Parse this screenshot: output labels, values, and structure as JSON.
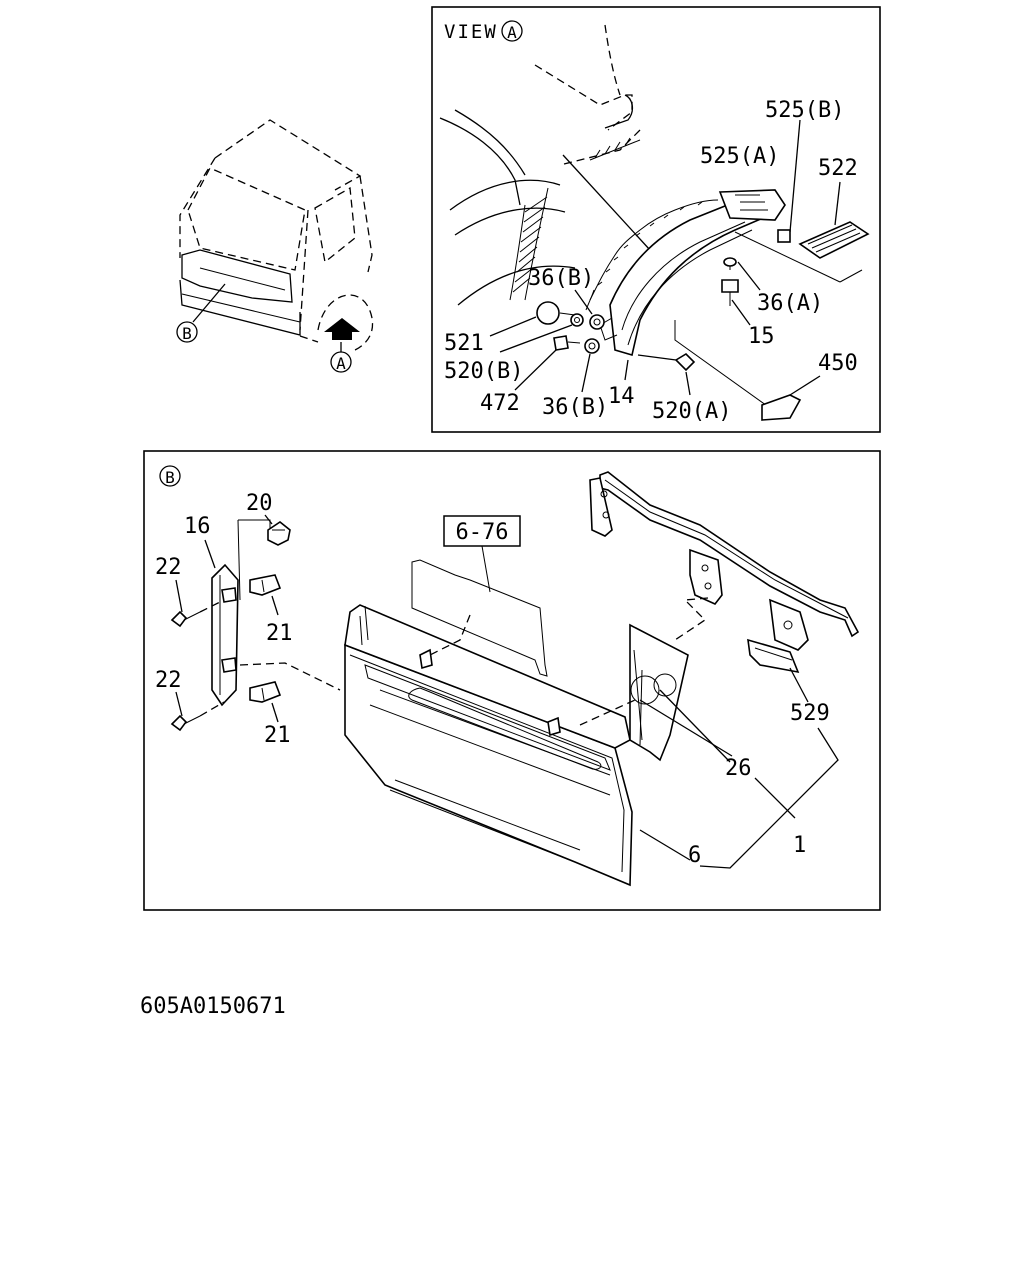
{
  "view_a": {
    "title": "VIEW",
    "title_marker": "A",
    "labels": [
      "525(B)",
      "525(A)",
      "522",
      "36(B)",
      "36(A)",
      "521",
      "15",
      "520(B)",
      "450",
      "472",
      "36(B)",
      "14",
      "520(A)"
    ]
  },
  "truck": {
    "marker_b": "B",
    "marker_a": "A"
  },
  "view_b": {
    "title_marker": "B",
    "boxed_ref": "6-76",
    "labels": [
      "20",
      "16",
      "22",
      "21",
      "22",
      "21",
      "529",
      "26",
      "1",
      "6"
    ]
  },
  "diagram_code": "605A0150671"
}
